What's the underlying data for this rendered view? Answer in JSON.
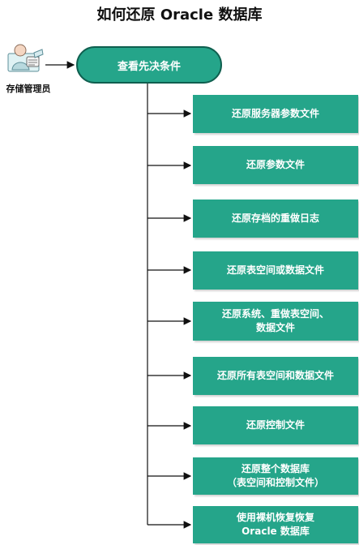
{
  "title": "如何还原 Oracle 数据库",
  "persona": {
    "label": "存储管理员",
    "icon": "storage-admin-person-icon"
  },
  "start_step": {
    "label": "查看先决条件"
  },
  "steps": [
    {
      "label": "还原服务器参数文件"
    },
    {
      "label": "还原参数文件"
    },
    {
      "label": "还原存档的重做日志"
    },
    {
      "label": "还原表空间或数据文件"
    },
    {
      "label": "还原系统、重做表空间、\n数据文件"
    },
    {
      "label": "还原所有表空间和数据文件"
    },
    {
      "label": "还原控制文件"
    },
    {
      "label": "还原整个数据库\n（表空间和控制文件）"
    },
    {
      "label": "使用裸机恢复恢复\nOracle 数据库"
    }
  ],
  "colors": {
    "step_fill": "#25a58a",
    "start_border": "#0f5f4f",
    "connector": "#111111"
  }
}
